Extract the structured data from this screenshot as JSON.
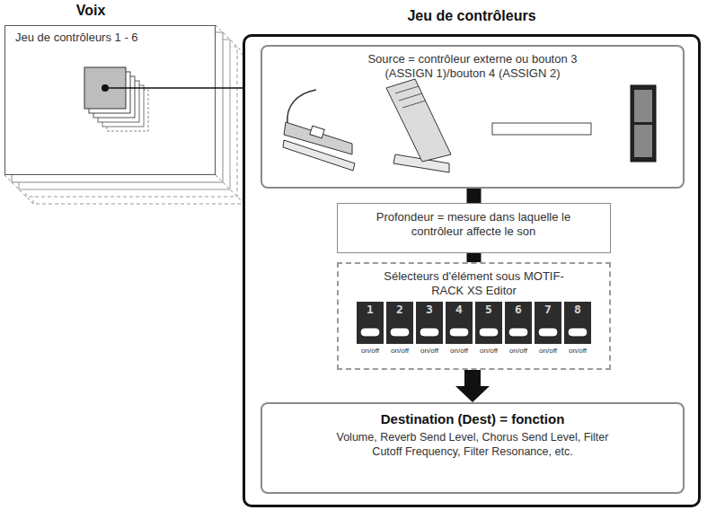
{
  "diagram": {
    "nodes": [
      {
        "text": [
          "Voix",
          "Jeu de contrôleurs 1 - 6"
        ]
      },
      {
        "text": [
          "Jeu de contrôleurs"
        ]
      },
      {
        "text": [
          "Source = contrôleur externe ou bouton 3 (ASSIGN 1)/bouton 4 (ASSIGN 2)"
        ],
        "in": 1
      },
      {
        "text": [
          "Profondeur = mesure dans laquelle le contrôleur affecte le son"
        ],
        "in": 1
      },
      {
        "text": [
          "Sélecteurs d'élément sous MOTIF-RACK XS Editor"
        ],
        "in": 1
      },
      {
        "text": [
          "Destination (Dest) = fonction",
          "Volume, Reverb Send Level, Chorus Send Level, Filter Cutoff Frequency, Filter Resonance, etc."
        ],
        "in": 1
      }
    ],
    "edges": [
      {
        "from": 0,
        "to": 1,
        "arrow": "none"
      },
      {
        "from": 2,
        "to": 3,
        "arrow": "none"
      },
      {
        "from": 3,
        "to": 4,
        "arrow": "none"
      },
      {
        "from": 4,
        "to": 5,
        "arrow": "to"
      }
    ],
    "labels": [
      "1",
      "2",
      "3",
      "4",
      "5",
      "6",
      "7",
      "8",
      "on/off",
      "on/off",
      "on/off",
      "on/off",
      "on/off",
      "on/off",
      "on/off",
      "on/off"
    ]
  }
}
